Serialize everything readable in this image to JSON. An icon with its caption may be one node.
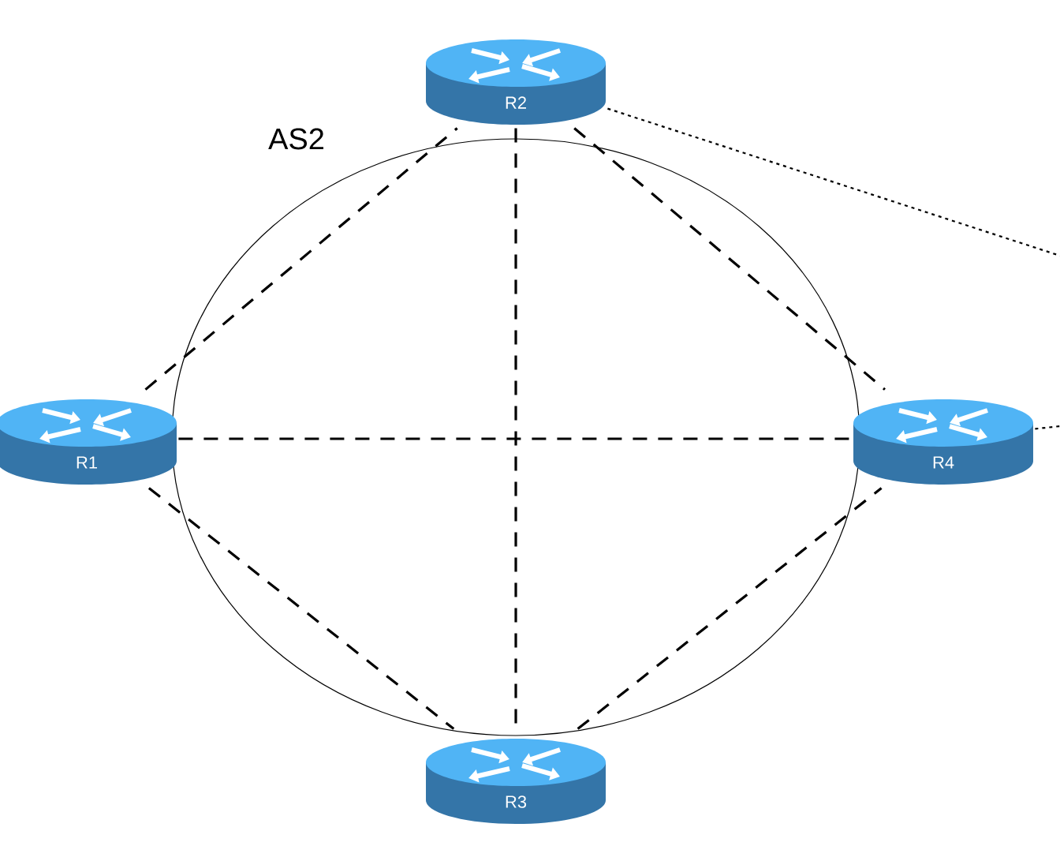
{
  "diagram": {
    "nodes": [
      {
        "text": [
          "R2"
        ]
      },
      {
        "text": [
          "R1"
        ]
      },
      {
        "text": [
          "R4"
        ]
      },
      {
        "text": [
          "R3"
        ]
      }
    ],
    "edges": [
      {
        "from": 1,
        "to": 0,
        "arrow": "none",
        "style": "dashed"
      },
      {
        "from": 0,
        "to": 2,
        "arrow": "none",
        "style": "dashed"
      },
      {
        "from": 0,
        "to": 3,
        "arrow": "none",
        "style": "dashed"
      },
      {
        "from": 1,
        "to": 2,
        "arrow": "none",
        "style": "dashed"
      },
      {
        "from": 1,
        "to": 3,
        "arrow": "none",
        "style": "dashed"
      },
      {
        "from": 3,
        "to": 2,
        "arrow": "none",
        "style": "dashed"
      },
      {
        "from": 0,
        "to": null,
        "arrow": "none"
      },
      {
        "from": 2,
        "to": null,
        "arrow": "none"
      }
    ],
    "labels": [
      "AS2"
    ]
  }
}
